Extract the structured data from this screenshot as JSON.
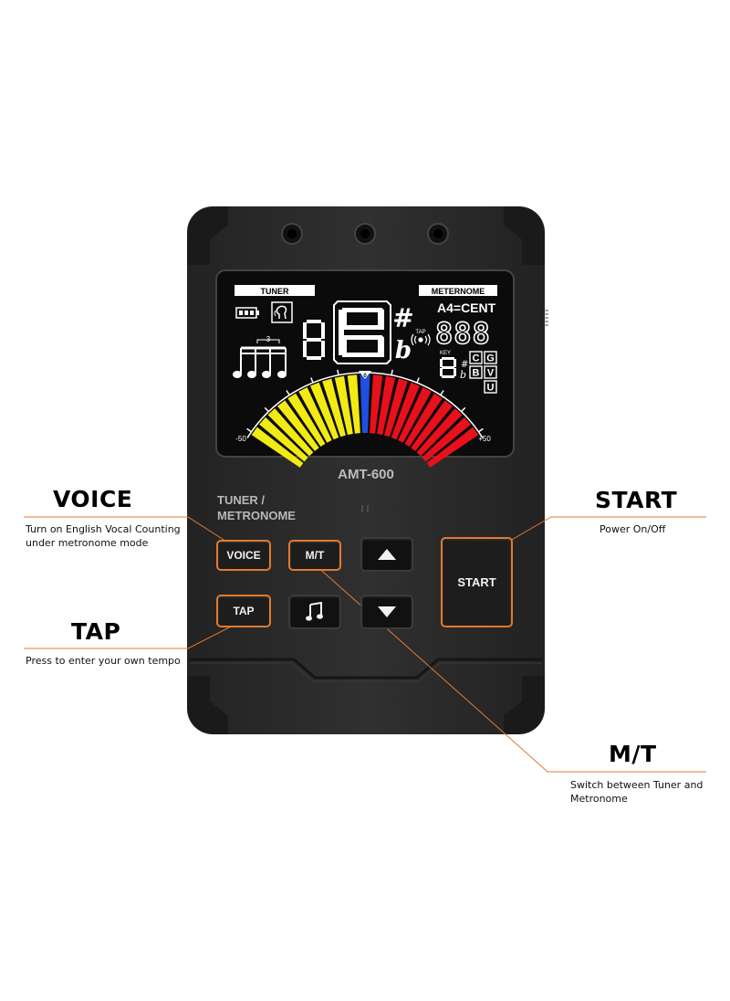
{
  "callouts": {
    "voice": {
      "title": "VOICE",
      "desc_line1": "Turn on English Vocal Counting",
      "desc_line2": "under metronome mode"
    },
    "tap": {
      "title": "TAP",
      "desc": "Press to enter your own tempo"
    },
    "start": {
      "title": "START",
      "desc": "Power On/Off"
    },
    "mt": {
      "title": "M/T",
      "desc_line1": "Switch between Tuner and",
      "desc_line2": "Metronome"
    }
  },
  "device": {
    "model": "AMT-600",
    "panel_label_line1": "TUNER /",
    "panel_label_line2": "METRONOME",
    "buttons": {
      "voice": "VOICE",
      "mt": "M/T",
      "tap": "TAP",
      "start": "START",
      "metronome_icon": "music-note-icon",
      "up_icon": "triangle-up-icon",
      "down_icon": "triangle-down-icon"
    }
  },
  "display": {
    "tuner_label": "TUNER",
    "metronome_label": "METERNOME",
    "a4_label": "A4=CENT",
    "cent_digits": "888",
    "tap_label": "TAP",
    "key_label": "KEY",
    "mode_letters": [
      "C",
      "G",
      "B",
      "V",
      "U"
    ],
    "triplet_mark": "3",
    "scale_min": "-50",
    "scale_max": "+50",
    "scale_center": "0",
    "sharp_symbol": "#",
    "flat_symbol": "b"
  },
  "colors": {
    "accent_orange": "#e07a30",
    "meter_yellow": "#f2ea13",
    "meter_blue": "#1f4fe0",
    "meter_red": "#e8101a",
    "body": "#2c2c2c"
  }
}
